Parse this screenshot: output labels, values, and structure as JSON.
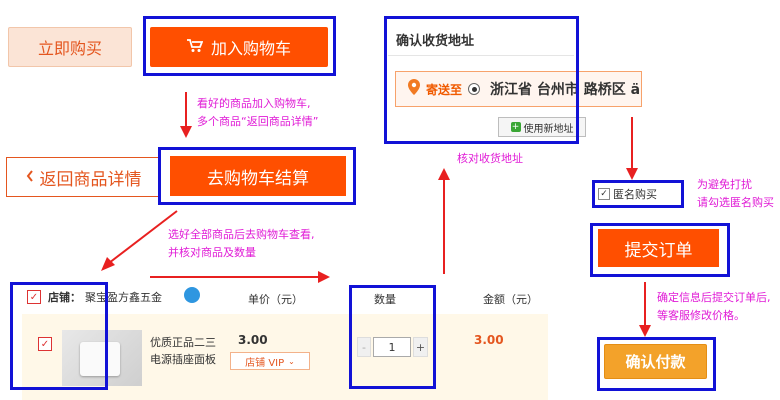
{
  "buttons": {
    "buy_now": "立即购买",
    "add_to_cart": "加入购物车",
    "back_to_detail": "返回商品详情",
    "checkout": "去购物车结算",
    "submit_order": "提交订单",
    "confirm_pay": "确认付款"
  },
  "address": {
    "title": "确认收货地址",
    "send_to": "寄送至",
    "address_text": "浙江省 台州市 路桥区 ä",
    "new_address_button": "使用新地址"
  },
  "anonymous": {
    "label": "匿名购买"
  },
  "cart": {
    "shop_label": "店铺：",
    "shop_name": "聚宝盈方鑫五金",
    "col_unit_price": "单价（元）",
    "col_quantity": "数量",
    "col_amount": "金额（元）",
    "item": {
      "title_line1": "优质正品二三",
      "title_line2": "电源插座面板",
      "price": "3.00",
      "badge": "店铺 VIP",
      "quantity": "1",
      "minus": "-",
      "plus": "+",
      "amount": "3.00"
    }
  },
  "annotations": {
    "a1_line1": "看好的商品加入购物车,",
    "a1_line2": "多个商品“返回商品详情”",
    "a2_line1": "选好全部商品后去购物车查看,",
    "a2_line2": "并核对商品及数量",
    "a3": "核对收货地址",
    "a4_line1": "为避免打扰",
    "a4_line2": "请勾选匿名购买",
    "a5_line1": "确定信息后提交订单后,",
    "a5_line2": "等客服修改价格。"
  },
  "colors": {
    "accent_orange": "#ff4f00",
    "pay_orange": "#f3a22a",
    "annotation_magenta": "#e01ad6",
    "highlight_blue": "#1212d6",
    "arrow_red": "#e82020"
  }
}
